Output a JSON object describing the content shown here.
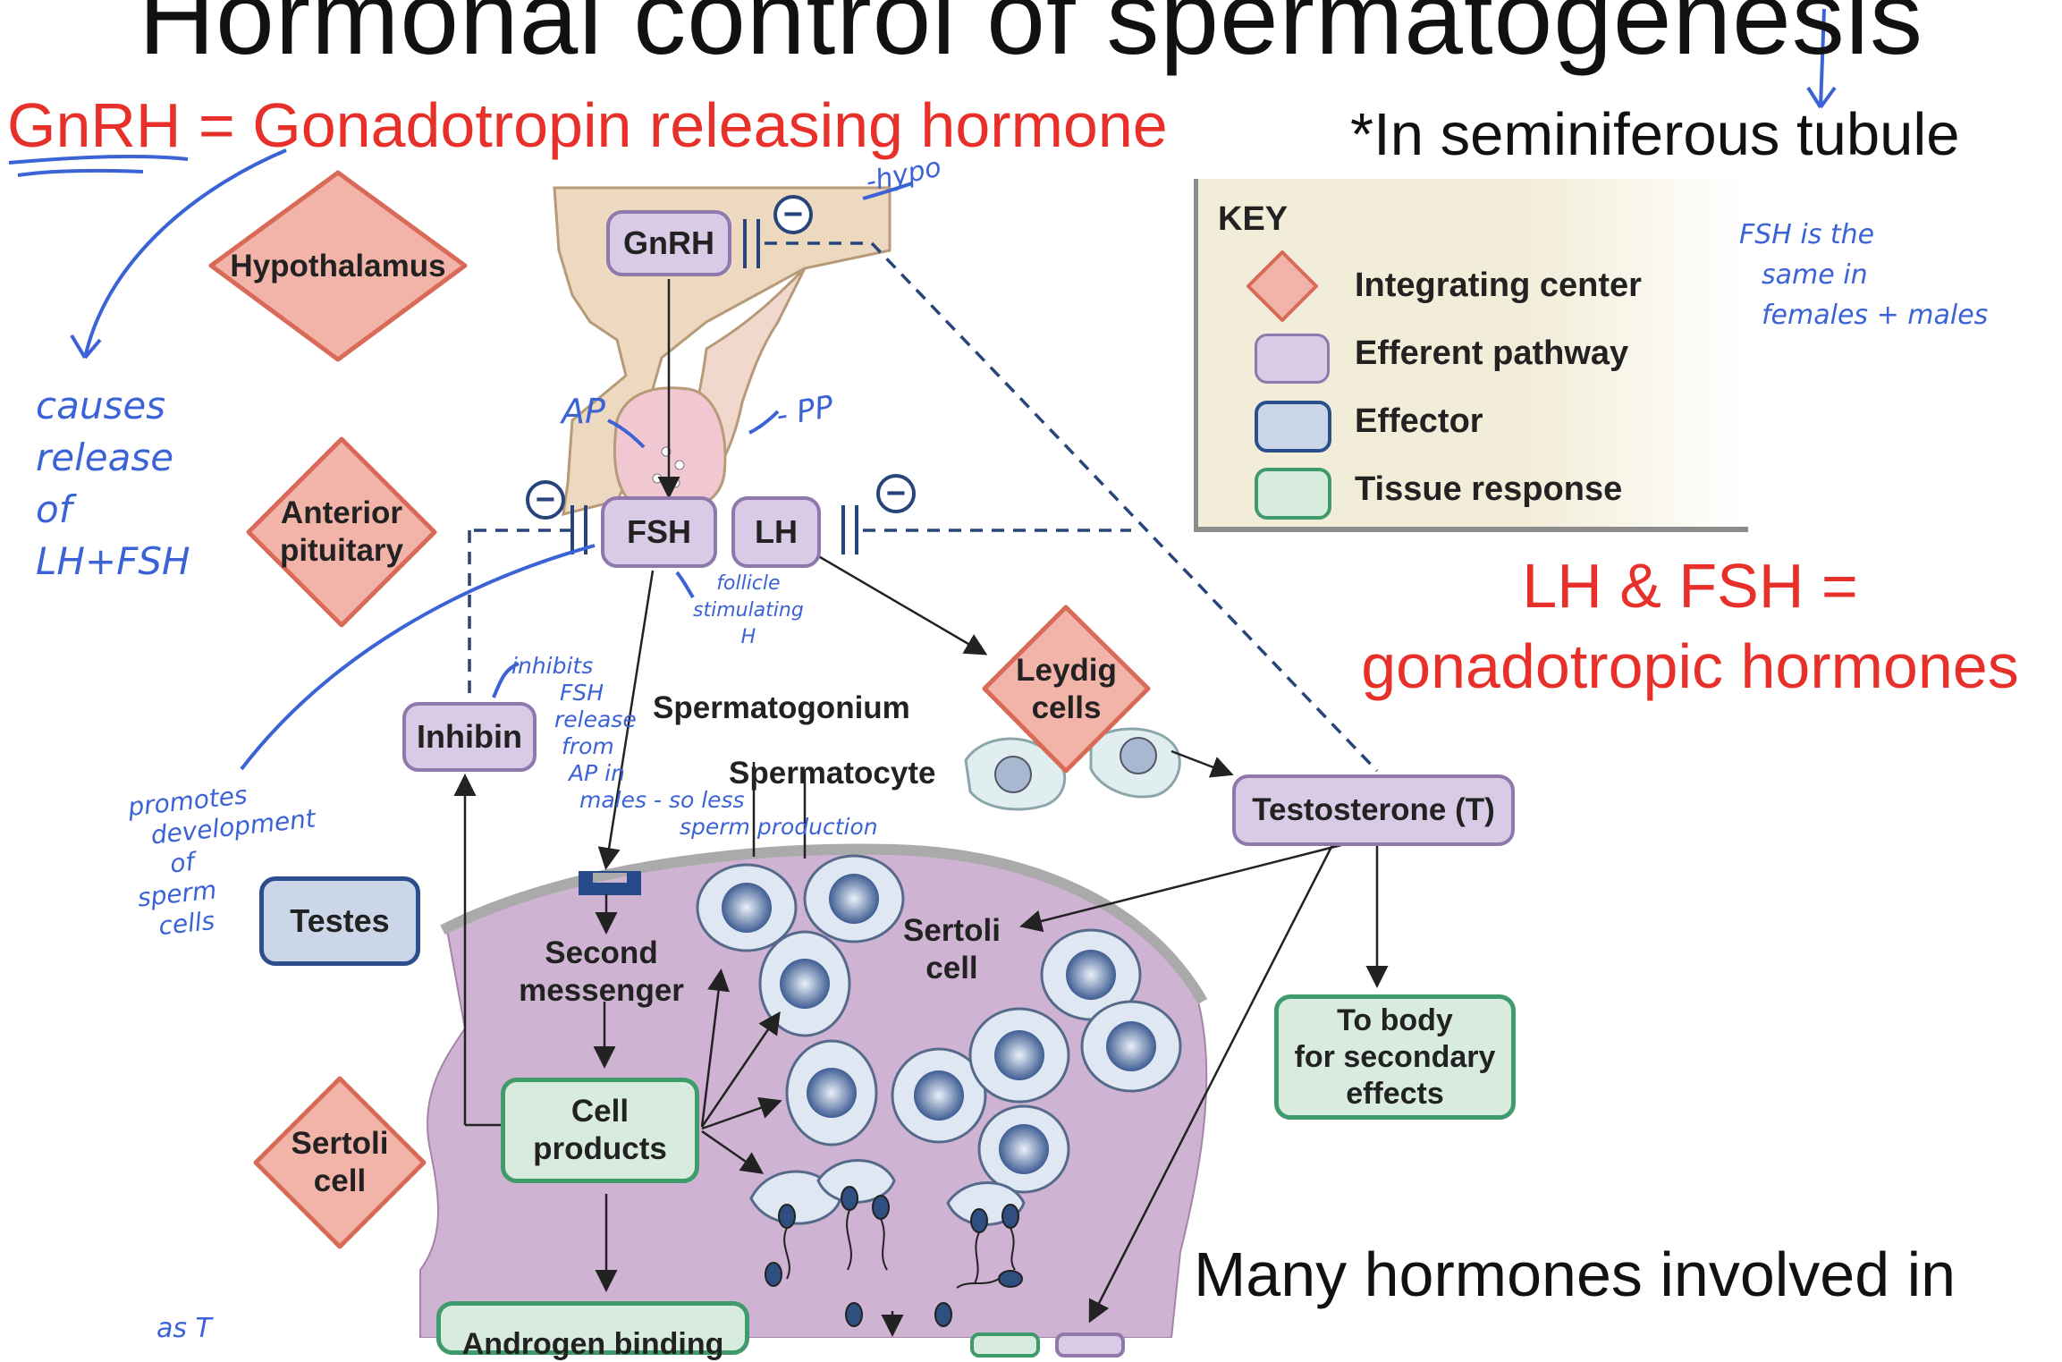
{
  "title": "Hormonal control of spermatogenesis",
  "gnrh_definition": "GnRH = Gonadotropin releasing hormone",
  "seminiferous_note": "*In seminiferous tubule",
  "gonadotropic_note": {
    "line1": "LH & FSH =",
    "line2": "gonadotropic hormones"
  },
  "many_hormones_note": "Many hormones involved in",
  "key": {
    "title": "KEY",
    "items": [
      {
        "label": "Integrating center",
        "shape": "diamond",
        "color": "#f2b3a8"
      },
      {
        "label": "Efferent pathway",
        "shape": "rounded-rect",
        "color": "#d9cbe6"
      },
      {
        "label": "Effector",
        "shape": "rounded-rect",
        "color": "#cbd7e8"
      },
      {
        "label": "Tissue response",
        "shape": "rounded-rect",
        "color": "#d7ecdf"
      }
    ]
  },
  "integrating_centers": {
    "hypothalamus": "Hypothalamus",
    "anterior_pituitary": {
      "line1": "Anterior",
      "line2": "pituitary"
    },
    "sertoli_cell": {
      "line1": "Sertoli",
      "line2": "cell"
    },
    "leydig_cells": {
      "line1": "Leydig",
      "line2": "cells"
    }
  },
  "efferent": {
    "gnrh": "GnRH",
    "fsh": "FSH",
    "lh": "LH",
    "inhibin": "Inhibin",
    "testosterone": "Testosterone (T)"
  },
  "effector": {
    "testes": "Testes"
  },
  "tissue_response": {
    "cell_products": {
      "line1": "Cell",
      "line2": "products"
    },
    "to_body": {
      "line1": "To body",
      "line2": "for secondary",
      "line3": "effects"
    },
    "androgen_binding": "Androgen binding"
  },
  "diagram_labels": {
    "spermatogonium": "Spermatogonium",
    "spermatocyte": "Spermatocyte",
    "sertoli_cell": {
      "line1": "Sertoli",
      "line2": "cell"
    },
    "second_messenger": {
      "line1": "Second",
      "line2": "messenger"
    },
    "inhibit_symbol": "−"
  },
  "handwritten": {
    "hypo": "-hypo",
    "ap": "AP",
    "pp": "- PP",
    "causes": [
      "causes",
      "release",
      "of",
      "LH+FSH"
    ],
    "fsh_same": [
      "FSH   is  the",
      "same   in",
      "females + males"
    ],
    "follicle": [
      "follicle",
      "stimulating",
      "H"
    ],
    "inhibits": [
      "inhibits",
      "FSH",
      "release",
      "from",
      "AP  in",
      "males - so less",
      "sperm  production"
    ],
    "promotes": [
      "promotes",
      "development",
      "of",
      "sperm",
      "cells"
    ],
    "bottom_left": "as  T"
  },
  "colors": {
    "integrating": "#f2b3a8",
    "integrating_border": "#d96a58",
    "efferent": "#d9cbe6",
    "effector": "#cbd7e8",
    "tissue": "#d7ecdf",
    "annotation_red": "#e8302a",
    "handwriting_blue": "#3b63d6",
    "tubule": "#cfb3d3"
  }
}
